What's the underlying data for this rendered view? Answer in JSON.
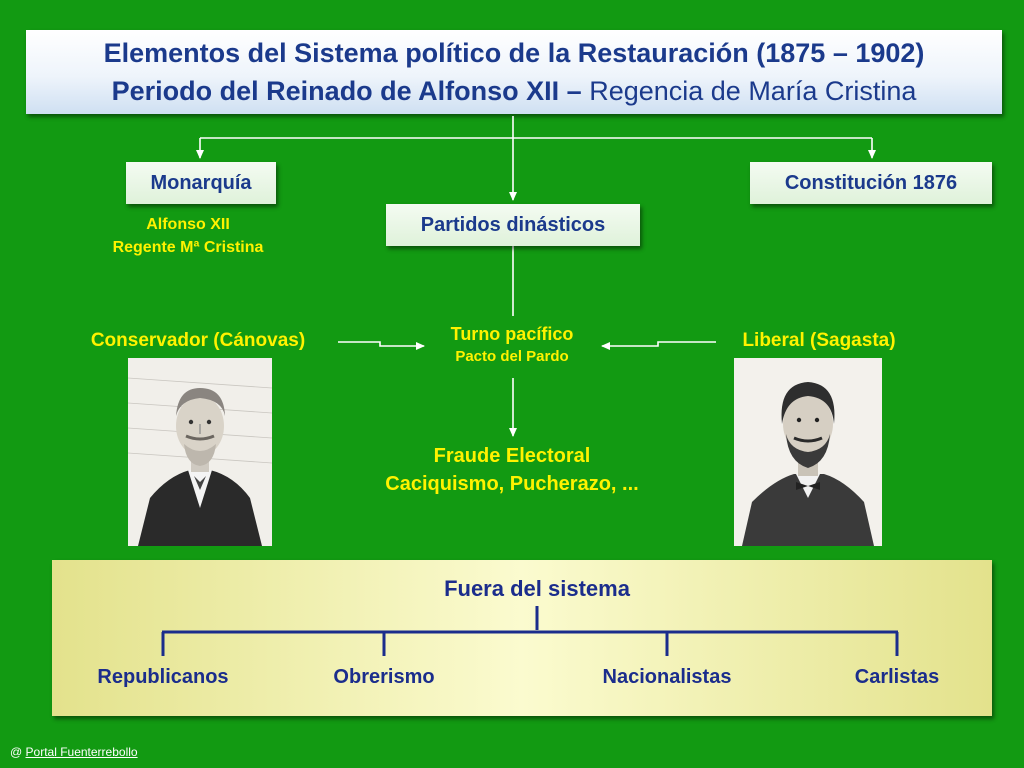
{
  "title": {
    "line1": "Elementos del Sistema político de la Restauración (1875 – 1902)",
    "line2_bold": "Periodo del Reinado de Alfonso XII –",
    "line2_rest": " Regencia de María Cristina"
  },
  "nodes": {
    "monarquia": "Monarquía",
    "constitucion": "Constitución 1876",
    "partidos": "Partidos dinásticos"
  },
  "monarquia_detail": {
    "line1": "Alfonso XII",
    "line2": "Regente Mª Cristina"
  },
  "conservador": "Conservador (Cánovas)",
  "liberal": "Liberal (Sagasta)",
  "turno": {
    "line1": "Turno pacífico",
    "line2": "Pacto del Pardo"
  },
  "fraude": {
    "line1": "Fraude Electoral",
    "line2": "Caciquismo, Pucherazo, ..."
  },
  "fuera": {
    "title": "Fuera del sistema",
    "groups": [
      "Republicanos",
      "Obrerismo",
      "Nacionalistas",
      "Carlistas"
    ]
  },
  "footer": {
    "prefix": "@ ",
    "link": "Portal Fuenterrebollo"
  },
  "colors": {
    "background": "#129a12",
    "yellow_text": "#fff200",
    "navy_text": "#1b3a8c"
  }
}
